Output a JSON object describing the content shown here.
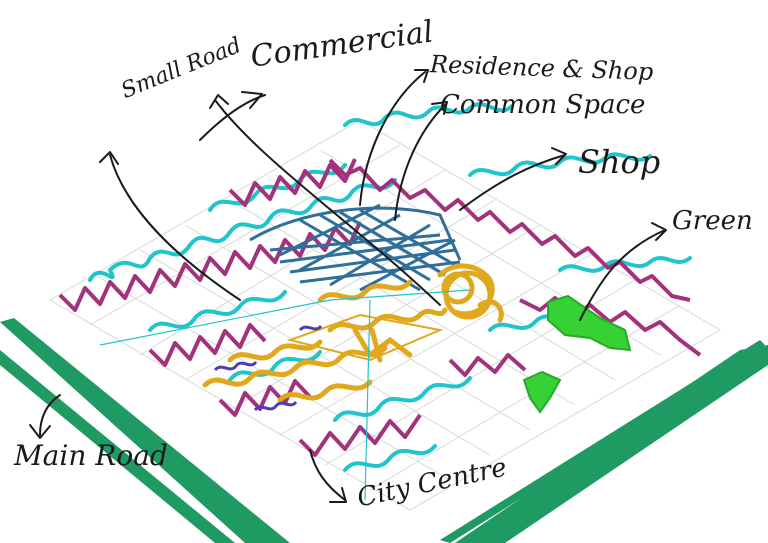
{
  "labels": {
    "small_road": "Small Road",
    "commercial": "Commercial",
    "residence_shop": "Residence & Shop",
    "common_space": "Common Space",
    "shop": "Shop",
    "green": "Green",
    "main_road": "Main Road",
    "city_centre": "City Centre"
  },
  "colors": {
    "main_road": "#1f9a63",
    "residence_shop": "#1fc5cb",
    "commercial": "#a2327b",
    "common_space": "#2f6f9a",
    "shop": "#e0a81c",
    "residential_core": "#4a3fb0",
    "green": "#36d134",
    "grid": "#d8d8d8",
    "ink": "#1a1a1a"
  }
}
